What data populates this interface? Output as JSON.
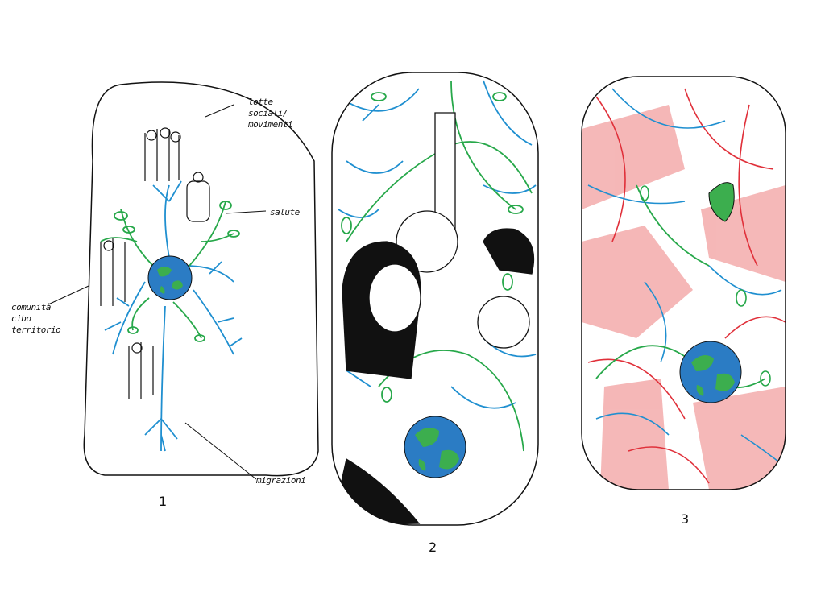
{
  "panels": [
    {
      "number": "1",
      "labels": {
        "top": "lotte sociali/ movimenti",
        "right": "salute",
        "left": "comunità cibo territorio",
        "bottom": "migrazioni"
      }
    },
    {
      "number": "2"
    },
    {
      "number": "3"
    }
  ],
  "colors": {
    "ink": "#111111",
    "blue": "#1f8fd0",
    "green": "#27a84a",
    "red": "#e0303a",
    "pink": "#f2a0a0",
    "globe_blue": "#2b7cc4",
    "globe_green": "#3cae4e"
  }
}
